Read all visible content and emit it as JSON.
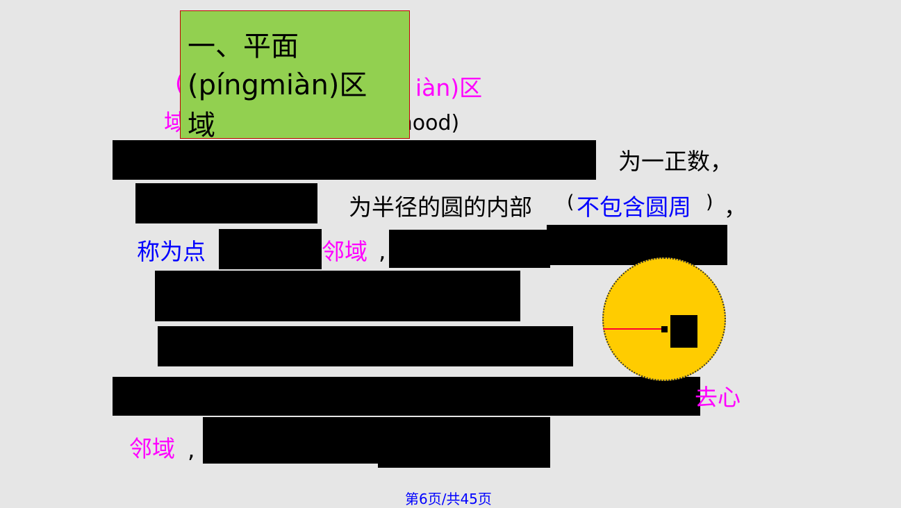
{
  "title": {
    "line1": "一、平面",
    "line2": "(píngmiàn)区",
    "line3": "域"
  },
  "behind_title": {
    "open_paren": "(",
    "tail": "iàn)区",
    "yu_char": "域",
    "neighborhood": "(neighborhood)"
  },
  "lines": {
    "positive_number": "为一正数，",
    "radius_circle_interior": "为半径的圆的内部",
    "open_paren": "(",
    "not_include_circumference": "不包含圆周",
    "close_paren": ")",
    "comma1": "，",
    "called_point": "称为点",
    "neighborhood1": "邻域",
    "comma2": ",",
    "deleted": "去心",
    "neighborhood2": "邻域",
    "comma3": ","
  },
  "footer": {
    "page_text": "第6页/共45页"
  },
  "colors": {
    "background": "#e6e6e6",
    "title_box": "#92d050",
    "magenta": "#ff00ff",
    "blue": "#0000ff",
    "circle": "#ffcc00"
  }
}
